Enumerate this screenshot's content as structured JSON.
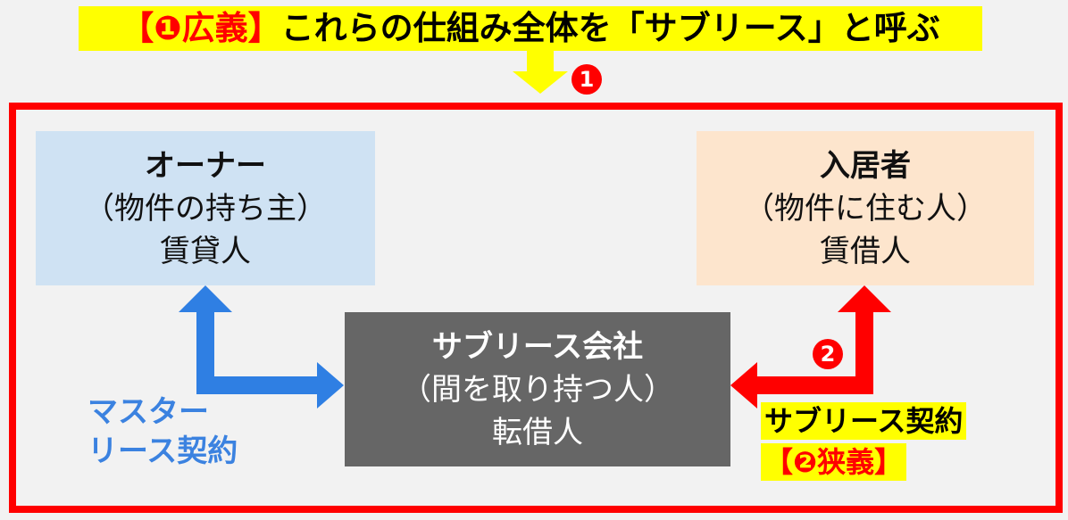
{
  "banner": {
    "prefix": "【❶広義】",
    "text": "これらの仕組み全体を「サブリース」と呼ぶ"
  },
  "markers": {
    "one": "1",
    "two": "2"
  },
  "owner": {
    "title": "オーナー",
    "subtitle": "（物件の持ち主）",
    "role": "賃貸人"
  },
  "tenant": {
    "title": "入居者",
    "subtitle": "（物件に住む人）",
    "role": "賃借人"
  },
  "sublease": {
    "title": "サブリース会社",
    "subtitle": "（間を取り持つ人）",
    "role": "転借人"
  },
  "master_lease": {
    "line1": "マスター",
    "line2": "リース契約"
  },
  "sublease_contract": {
    "label": "サブリース契約",
    "note": "【❷狭義】"
  },
  "colors": {
    "frame": "#ff0000",
    "blue": "#2f7fe3",
    "yellow": "#ffff00",
    "owner_bg": "#cfe2f3",
    "tenant_bg": "#fde5cd",
    "sub_bg": "#666666"
  }
}
